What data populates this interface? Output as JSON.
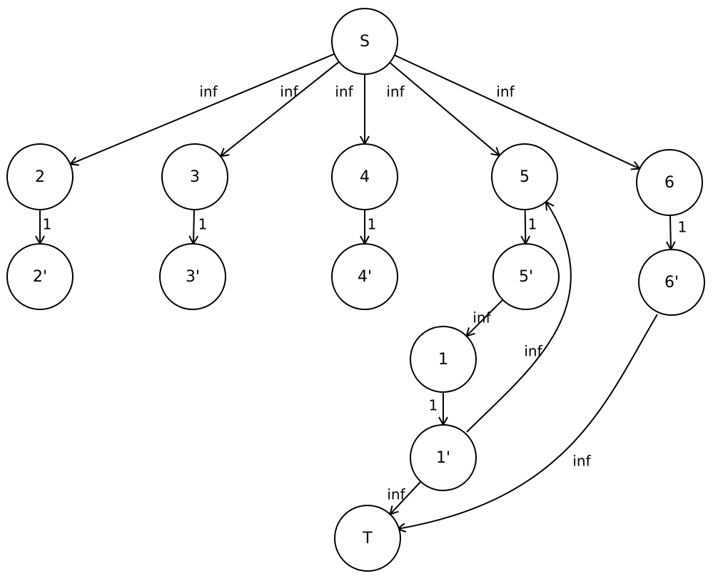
{
  "graph": {
    "nodes": [
      {
        "id": "S",
        "label": "S"
      },
      {
        "id": "2",
        "label": "2"
      },
      {
        "id": "3",
        "label": "3"
      },
      {
        "id": "4",
        "label": "4"
      },
      {
        "id": "5",
        "label": "5"
      },
      {
        "id": "6",
        "label": "6"
      },
      {
        "id": "2p",
        "label": "2'"
      },
      {
        "id": "3p",
        "label": "3'"
      },
      {
        "id": "4p",
        "label": "4'"
      },
      {
        "id": "5p",
        "label": "5'"
      },
      {
        "id": "6p",
        "label": "6'"
      },
      {
        "id": "1",
        "label": "1"
      },
      {
        "id": "1p",
        "label": "1'"
      },
      {
        "id": "T",
        "label": "T"
      }
    ],
    "edges": [
      {
        "from": "S",
        "to": "2",
        "label": "inf"
      },
      {
        "from": "S",
        "to": "3",
        "label": "inf"
      },
      {
        "from": "S",
        "to": "4",
        "label": "inf"
      },
      {
        "from": "S",
        "to": "5",
        "label": "inf"
      },
      {
        "from": "S",
        "to": "6",
        "label": "inf"
      },
      {
        "from": "2",
        "to": "2p",
        "label": "1"
      },
      {
        "from": "3",
        "to": "3p",
        "label": "1"
      },
      {
        "from": "4",
        "to": "4p",
        "label": "1"
      },
      {
        "from": "5",
        "to": "5p",
        "label": "1"
      },
      {
        "from": "6",
        "to": "6p",
        "label": "1"
      },
      {
        "from": "5p",
        "to": "1",
        "label": "inf"
      },
      {
        "from": "1",
        "to": "1p",
        "label": "1"
      },
      {
        "from": "1p",
        "to": "5",
        "label": "inf"
      },
      {
        "from": "1p",
        "to": "T",
        "label": "inf"
      },
      {
        "from": "6p",
        "to": "T",
        "label": "inf"
      }
    ]
  }
}
